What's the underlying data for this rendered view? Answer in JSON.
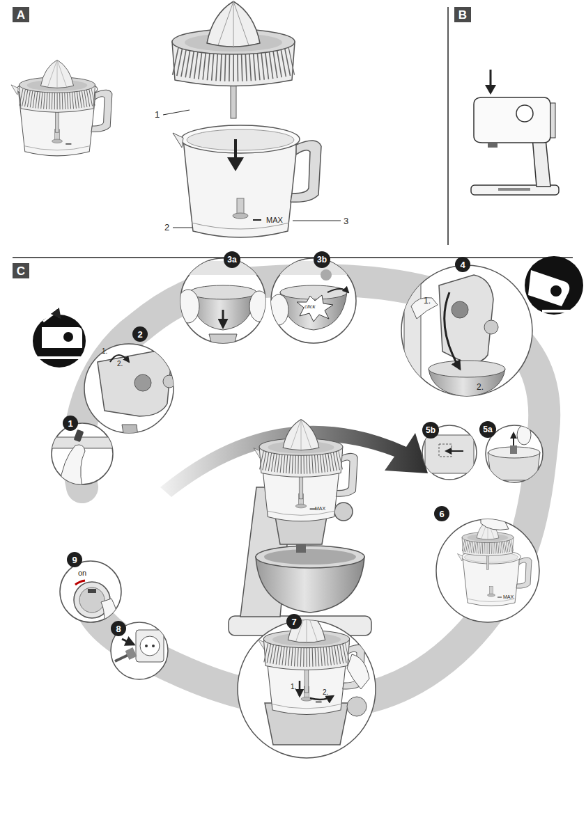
{
  "diagram": {
    "nodes": [
      {
        "text": [
          "A"
        ]
      },
      {
        "text": [
          "B"
        ]
      },
      {
        "text": [
          "C"
        ]
      },
      {
        "text": [
          "1"
        ]
      },
      {
        "text": [
          "2"
        ]
      },
      {
        "text": [
          "3a"
        ]
      },
      {
        "text": [
          "3b"
        ]
      },
      {
        "text": [
          "4"
        ]
      },
      {
        "text": [
          "5a"
        ]
      },
      {
        "text": [
          "5b"
        ]
      },
      {
        "text": [
          "6"
        ]
      },
      {
        "text": [
          "7"
        ]
      },
      {
        "text": [
          "8"
        ]
      },
      {
        "text": [
          "9"
        ]
      }
    ],
    "labels": [
      "1",
      "2",
      "MAX",
      "3",
      "1.",
      "2.",
      "click",
      "1.",
      "2.",
      "MAX",
      "MAX",
      "1.",
      "2.",
      "on"
    ]
  }
}
